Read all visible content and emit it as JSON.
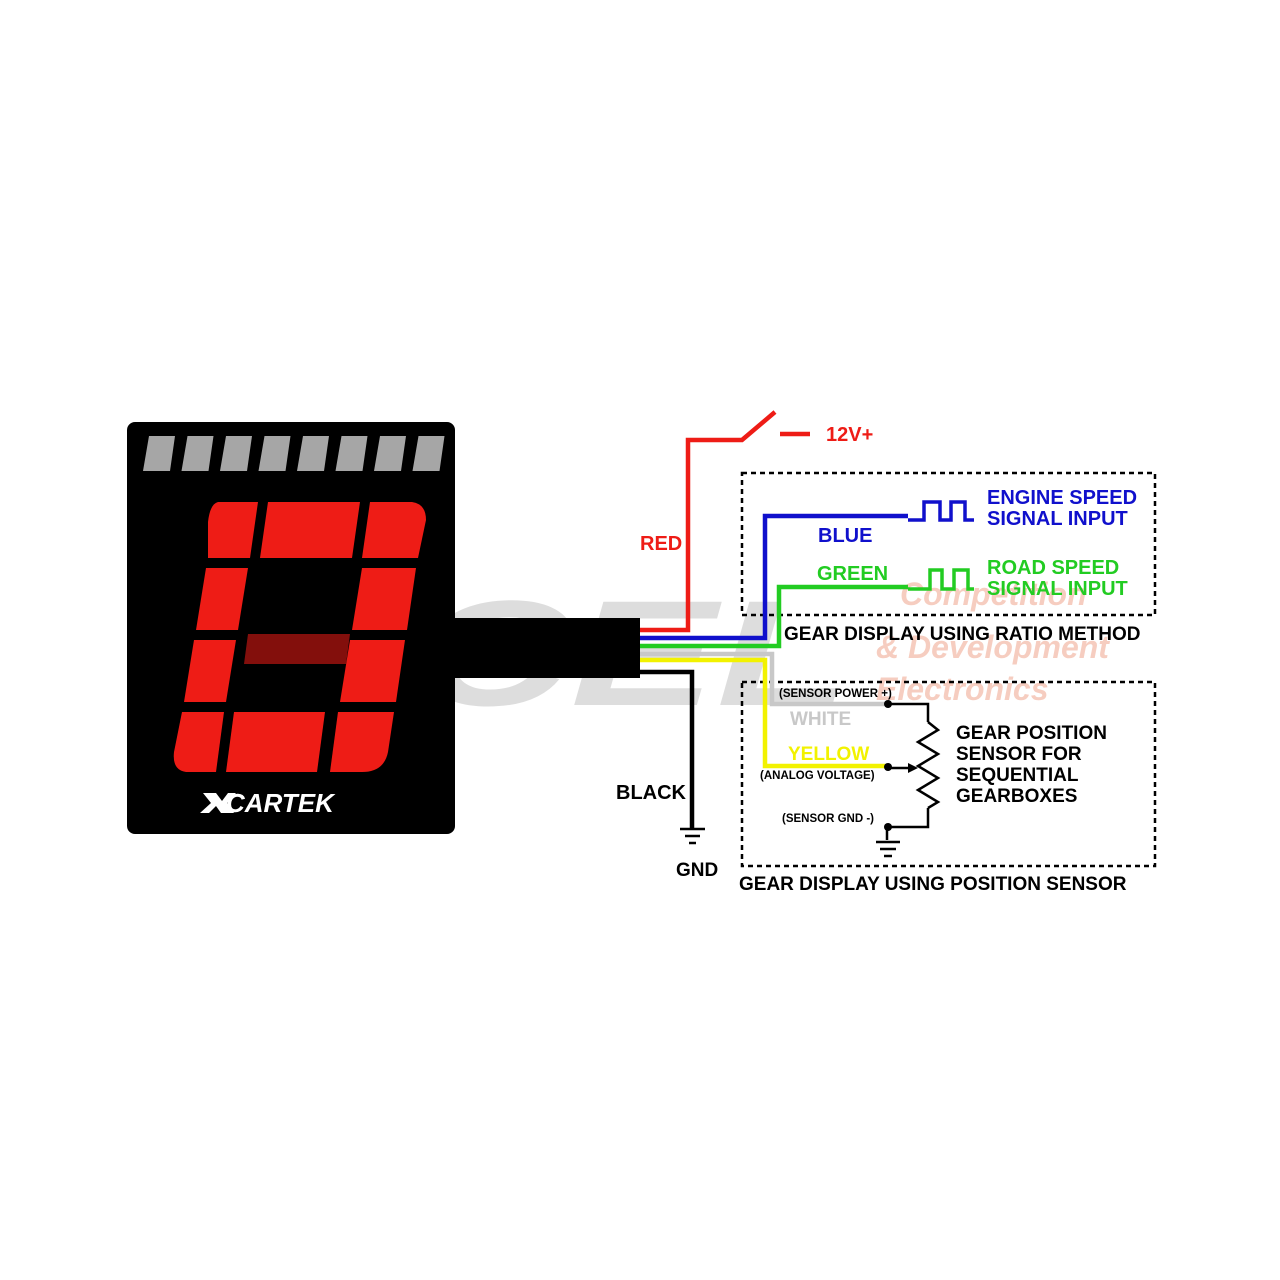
{
  "watermark": {
    "main": "MCEL",
    "line1": "Competition",
    "line2": "& Development",
    "line3": "Electronics"
  },
  "device": {
    "brand": "CARTEK",
    "digit_segment_color": "#ee1c16",
    "bar_color": "#a6a6a6",
    "body_color": "#000000",
    "indicator_bar_count": 8
  },
  "wires": {
    "red": {
      "label": "RED",
      "color": "#ee1c16"
    },
    "blue": {
      "label": "BLUE",
      "color": "#1010cc"
    },
    "green": {
      "label": "GREEN",
      "color": "#22cc22"
    },
    "white": {
      "label": "WHITE",
      "color": "#c8c8c8"
    },
    "yellow": {
      "label": "YELLOW",
      "color": "#f2f200"
    },
    "black": {
      "label": "BLACK",
      "color": "#000000"
    }
  },
  "labels": {
    "power": "12V+",
    "gnd": "GND",
    "engine_line1": "ENGINE SPEED",
    "engine_line2": "SIGNAL INPUT",
    "road_line1": "ROAD SPEED",
    "road_line2": "SIGNAL INPUT",
    "ratio_method": "GEAR DISPLAY USING RATIO METHOD",
    "position_method": "GEAR DISPLAY USING POSITION SENSOR",
    "sensor_power": "(SENSOR POWER +)",
    "analog_voltage": "(ANALOG VOLTAGE)",
    "sensor_gnd": "(SENSOR GND -)",
    "sensor_line1": "GEAR POSITION",
    "sensor_line2": "SENSOR FOR",
    "sensor_line3": "SEQUENTIAL",
    "sensor_line4": "GEARBOXES"
  }
}
